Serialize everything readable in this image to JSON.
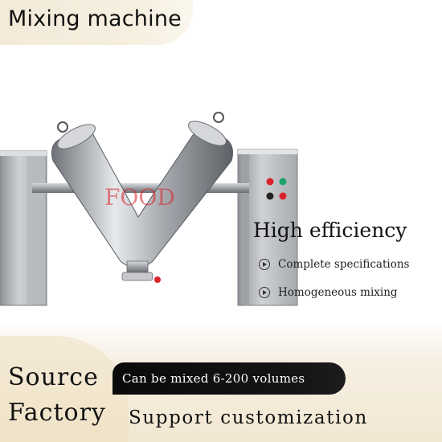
{
  "header": {
    "title": "Mixing machine"
  },
  "machine": {
    "watermark": "FOOD",
    "colors": {
      "steel": "#b9bcc0",
      "steel_dark": "#6f7378",
      "panel": "#c9cbce",
      "watermark": "#d8232a"
    },
    "control_lights": [
      "#d8232a",
      "#1aa36b",
      "#222222",
      "#d8232a"
    ]
  },
  "info": {
    "headline": "High efficiency",
    "features": [
      {
        "icon": "play-circle-icon",
        "label": "Complete specifications"
      },
      {
        "icon": "play-circle-icon",
        "label": "Homogeneous mixing"
      }
    ]
  },
  "bottom": {
    "source": "Source",
    "factory": "Factory",
    "bar_text": "Can be mixed 6-200 volumes",
    "support": "Support customization",
    "colors": {
      "cream": "#f2e7d2",
      "bar": "#0a0a0a"
    }
  }
}
